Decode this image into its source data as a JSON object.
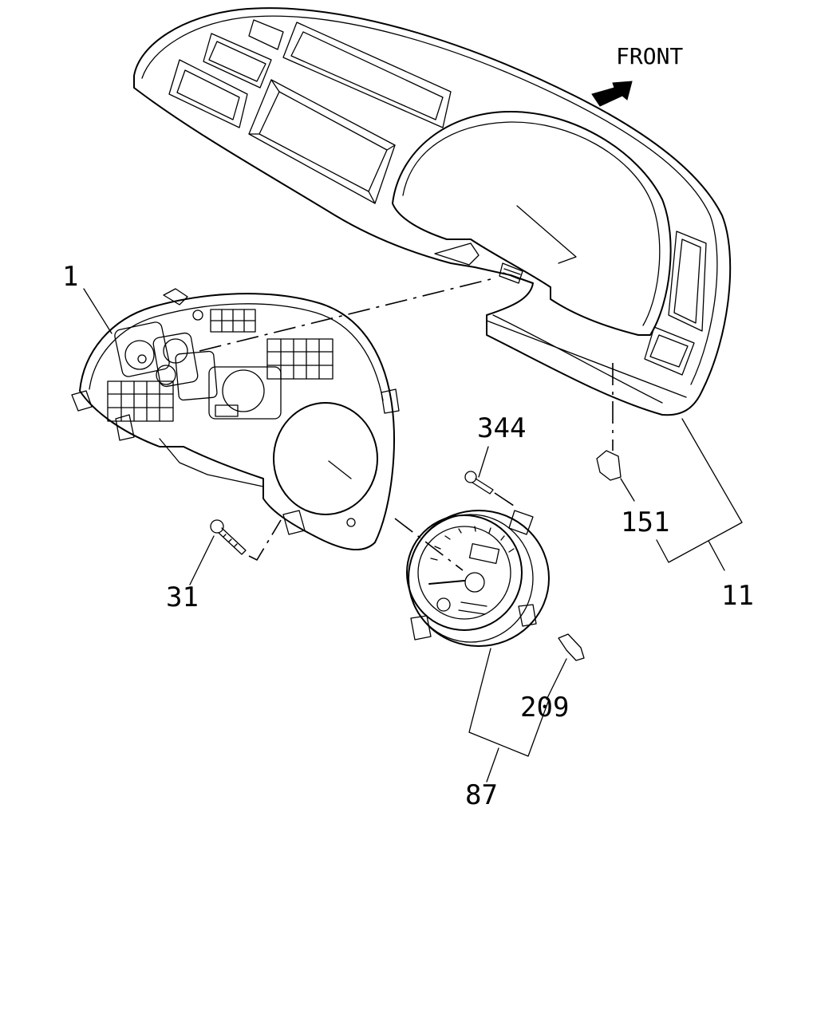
{
  "diagram": {
    "direction_label": "FRONT",
    "arrow_icon": "front-arrow-icon",
    "parts": [
      {
        "id": "label-1",
        "number": "1"
      },
      {
        "id": "label-11",
        "number": "11"
      },
      {
        "id": "label-31",
        "number": "31"
      },
      {
        "id": "label-87",
        "number": "87"
      },
      {
        "id": "label-151",
        "number": "151"
      },
      {
        "id": "label-209",
        "number": "209"
      },
      {
        "id": "label-344",
        "number": "344"
      }
    ]
  }
}
